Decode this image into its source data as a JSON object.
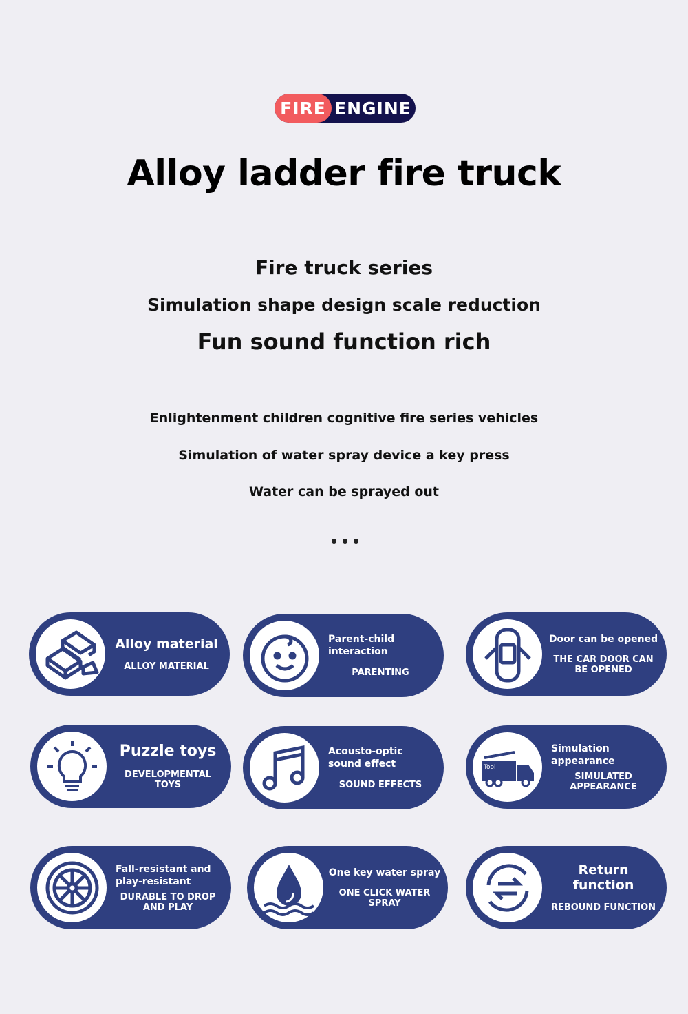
{
  "badge": {
    "left": "FIRE",
    "right": "ENGINE",
    "colors": {
      "red": "#f25b5e",
      "navy": "#14124d"
    }
  },
  "title": "Alloy ladder fire truck",
  "series": [
    "Fire truck series",
    "Simulation shape design scale reduction",
    "Fun sound function rich"
  ],
  "features_text": [
    "Enlightenment children cognitive fire series vehicles",
    "Simulation of water spray device a key press",
    "Water can be sprayed out"
  ],
  "accent": "#2f3f80",
  "cards": [
    {
      "title": "Alloy material",
      "subtitle": "ALLOY MATERIAL",
      "icon": "gold-bars-icon"
    },
    {
      "title": "Parent-child interaction",
      "subtitle": "PARENTING",
      "icon": "baby-face-icon"
    },
    {
      "title": "Door can be opened",
      "subtitle": "THE CAR DOOR CAN BE OPENED",
      "icon": "car-door-icon"
    },
    {
      "title": "Puzzle toys",
      "subtitle": "DEVELOPMENTAL TOYS",
      "icon": "lightbulb-icon"
    },
    {
      "title": "Acousto-optic sound effect",
      "subtitle": "SOUND EFFECTS",
      "icon": "music-note-icon"
    },
    {
      "title": "Simulation appearance",
      "subtitle": "SIMULATED APPEARANCE",
      "icon": "fire-truck-icon",
      "icon_label": "Tool"
    },
    {
      "title": "Fall-resistant and play-resistant",
      "subtitle": "DURABLE TO DROP AND PLAY",
      "icon": "wheel-icon"
    },
    {
      "title": "One key water spray",
      "subtitle": "ONE CLICK WATER SPRAY",
      "icon": "water-drop-icon"
    },
    {
      "title": "Return function",
      "subtitle": "REBOUND FUNCTION",
      "icon": "return-arrows-icon"
    }
  ]
}
